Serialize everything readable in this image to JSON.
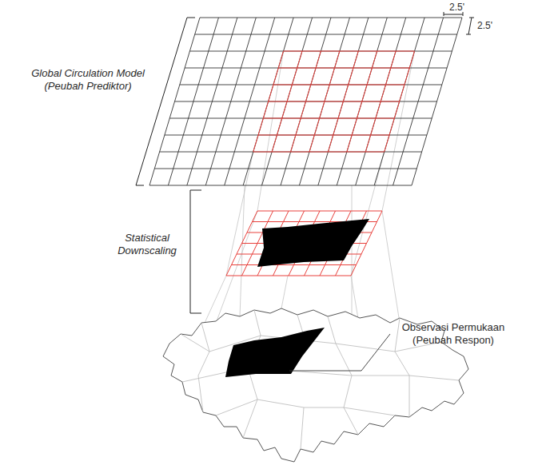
{
  "diagram": {
    "labels": [
      "2.5'",
      "2.5'",
      "Global Circulation Model (Peubah Prediktor)",
      "Statistical Downscaling",
      "Observasi Permukaan (Peubah Respon)"
    ]
  }
}
